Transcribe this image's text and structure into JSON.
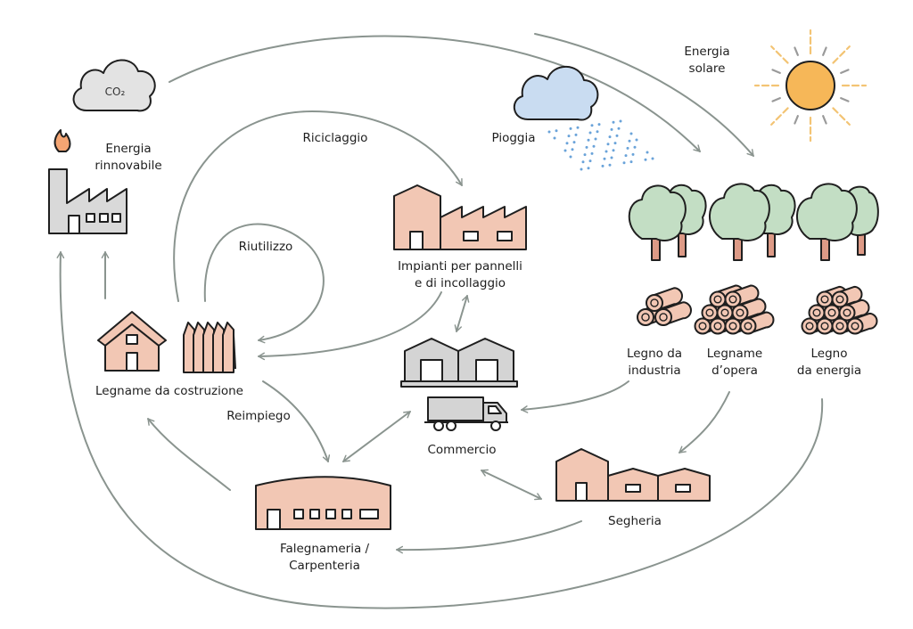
{
  "labels": {
    "co2": "CO₂",
    "renewable_energy": [
      "Energia",
      "rinnovabile"
    ],
    "recycling": "Riciclaggio",
    "rain": "Pioggia",
    "solar_energy": [
      "Energia",
      "solare"
    ],
    "reuse": "Riutilizzo",
    "panel_plants": [
      "Impianti per pannelli",
      "e di incollaggio"
    ],
    "industrial_wood": [
      "Legno da",
      "industria"
    ],
    "timber": [
      "Legname",
      "d’opera"
    ],
    "energy_wood": [
      "Legno",
      "da energia"
    ],
    "construction_timber": "Legname da costruzione",
    "reemployment": "Reimpiego",
    "trade": "Commercio",
    "sawmill": "Segheria",
    "carpentry": [
      "Falegnameria /",
      "Carpenteria"
    ]
  },
  "colors": {
    "arrow": "#8a948f",
    "outline": "#1f1f1f",
    "building": "#f2c7b4",
    "warehouse": "#d4d4d4",
    "cloud_co2": "#e3e3e3",
    "cloud_rain": "#c9dcf1",
    "rain": "#6aa3d9",
    "sun": "#f6b758",
    "sun_rays": "#f3c474",
    "flame": "#f4a573",
    "tree": "#c3dec4",
    "trunk": "#dd9a86"
  }
}
